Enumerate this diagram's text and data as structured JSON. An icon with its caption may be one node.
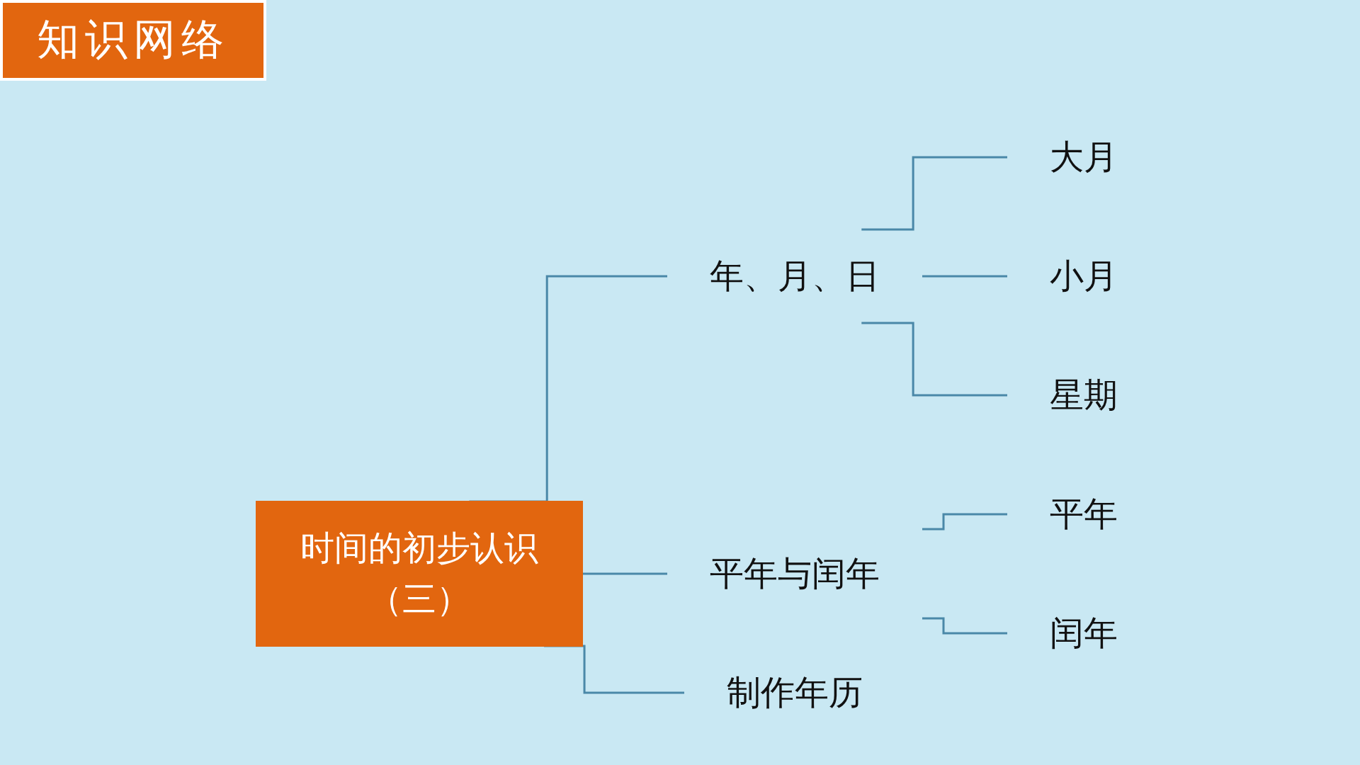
{
  "diagram": {
    "title": "知识网络",
    "nodes": [
      {
        "text": [
          "时间的初步认识（三）"
        ]
      },
      {
        "text": [
          "年、月、日"
        ]
      },
      {
        "text": [
          "大月"
        ]
      },
      {
        "text": [
          "小月"
        ]
      },
      {
        "text": [
          "星期"
        ]
      },
      {
        "text": [
          "平年与闰年"
        ]
      },
      {
        "text": [
          "平年"
        ]
      },
      {
        "text": [
          "闰年"
        ]
      },
      {
        "text": [
          "制作年历"
        ]
      }
    ],
    "edges": [
      {
        "from": 0,
        "to": 1,
        "arrow": "none"
      },
      {
        "from": 0,
        "to": 5,
        "arrow": "none"
      },
      {
        "from": 0,
        "to": 8,
        "arrow": "none"
      },
      {
        "from": 1,
        "to": 2,
        "arrow": "none"
      },
      {
        "from": 1,
        "to": 3,
        "arrow": "none"
      },
      {
        "from": 1,
        "to": 4,
        "arrow": "none"
      },
      {
        "from": 5,
        "to": 6,
        "arrow": "none"
      },
      {
        "from": 5,
        "to": 7,
        "arrow": "none"
      }
    ]
  }
}
